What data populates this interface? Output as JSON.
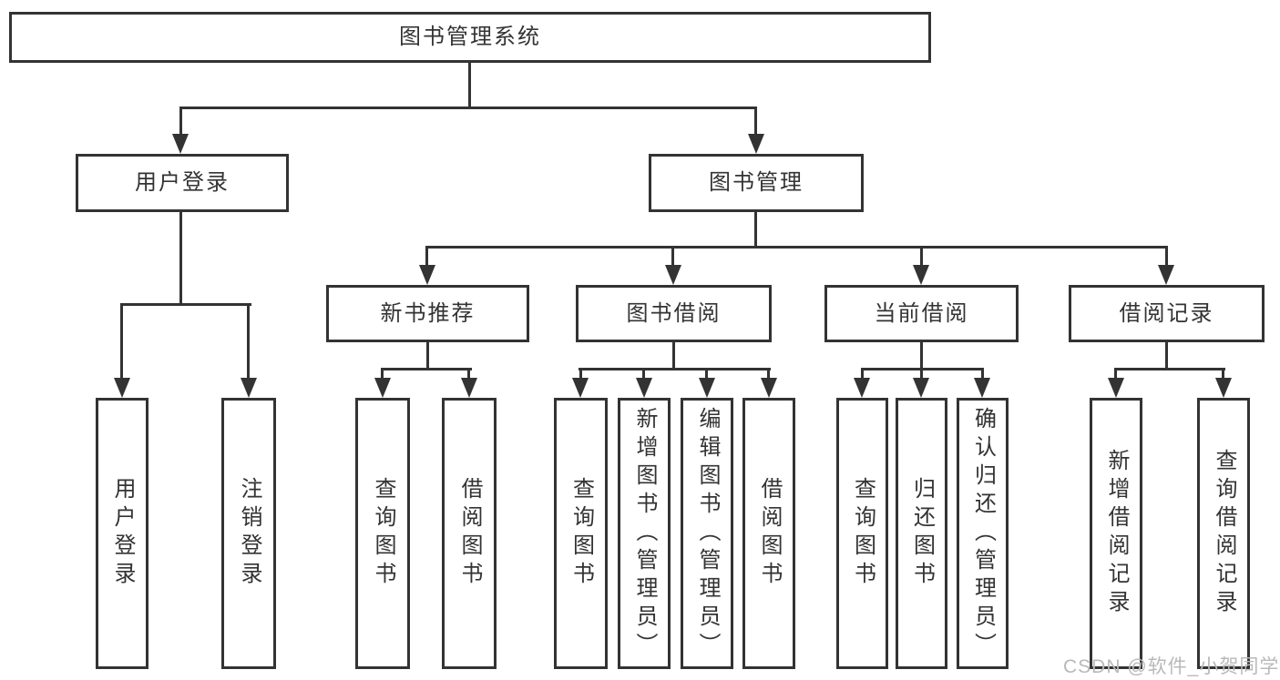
{
  "colors": {
    "line": "#333333",
    "border": "#333333",
    "fill": "#ffffff",
    "text": "#333333",
    "watermark": "#b9b9b9",
    "bg": "#ffffff"
  },
  "watermark": {
    "text": "CSDN @软件_小贺同学"
  },
  "tree": {
    "root": {
      "label": "图书管理系统",
      "children": [
        {
          "label": "用户登录",
          "children": [
            {
              "label": "用户登录"
            },
            {
              "label": "注销登录"
            }
          ]
        },
        {
          "label": "图书管理",
          "children": [
            {
              "label": "新书推荐",
              "children": [
                {
                  "label": "查询图书"
                },
                {
                  "label": "借阅图书"
                }
              ]
            },
            {
              "label": "图书借阅",
              "children": [
                {
                  "label": "查询图书"
                },
                {
                  "label": "新增图书（管理员）"
                },
                {
                  "label": "编辑图书（管理员）"
                },
                {
                  "label": "借阅图书"
                }
              ]
            },
            {
              "label": "当前借阅",
              "children": [
                {
                  "label": "查询图书"
                },
                {
                  "label": "归还图书"
                },
                {
                  "label": "确认归还（管理员）"
                }
              ]
            },
            {
              "label": "借阅记录",
              "children": [
                {
                  "label": "新增借阅记录"
                },
                {
                  "label": "查询借阅记录"
                }
              ]
            }
          ]
        }
      ]
    }
  }
}
